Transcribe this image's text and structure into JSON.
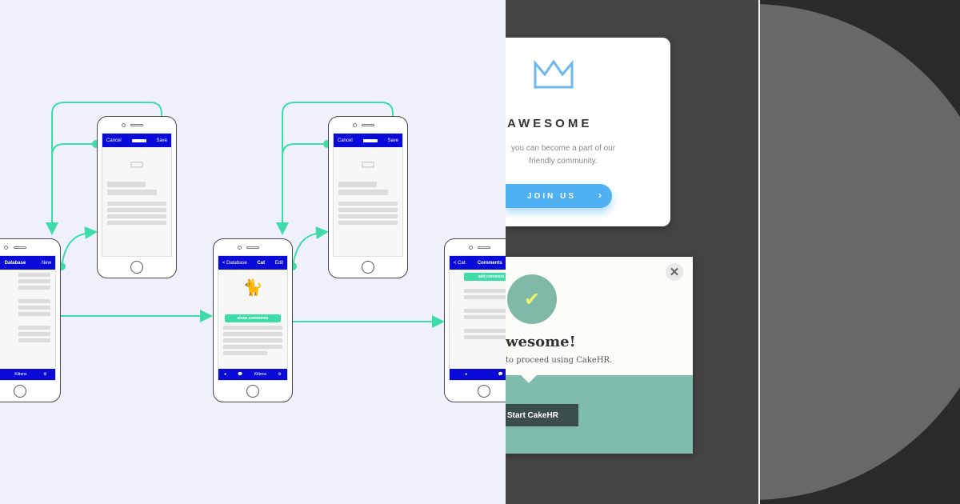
{
  "flow": {
    "db_screen": {
      "title": "Database",
      "right": "New"
    },
    "edit_screen": {
      "left": "Cancel",
      "right": "Save"
    },
    "cat_screen": {
      "back": "< Database",
      "title": "Cat",
      "right": "Edit",
      "button": "show comments"
    },
    "comments_screen": {
      "back": "< Cat",
      "title": "Comments",
      "button": "add comment"
    },
    "tabbar": {
      "kittens": "Kittens"
    },
    "colors": {
      "navbar": "#0a0ad8",
      "connector": "#3ddca8"
    }
  },
  "awesome_card": {
    "title": "AWESOME",
    "body": "you can become a part of our friendly community.",
    "button": "JOIN US",
    "button_chevron": "›",
    "accent": "#4fb0f2"
  },
  "cake_card": {
    "title": "wesome!",
    "subtitle": "to proceed using CakeHR.",
    "button": "Start CakeHR",
    "close": "✕",
    "check": "✔",
    "accent": "#7fbcad"
  }
}
